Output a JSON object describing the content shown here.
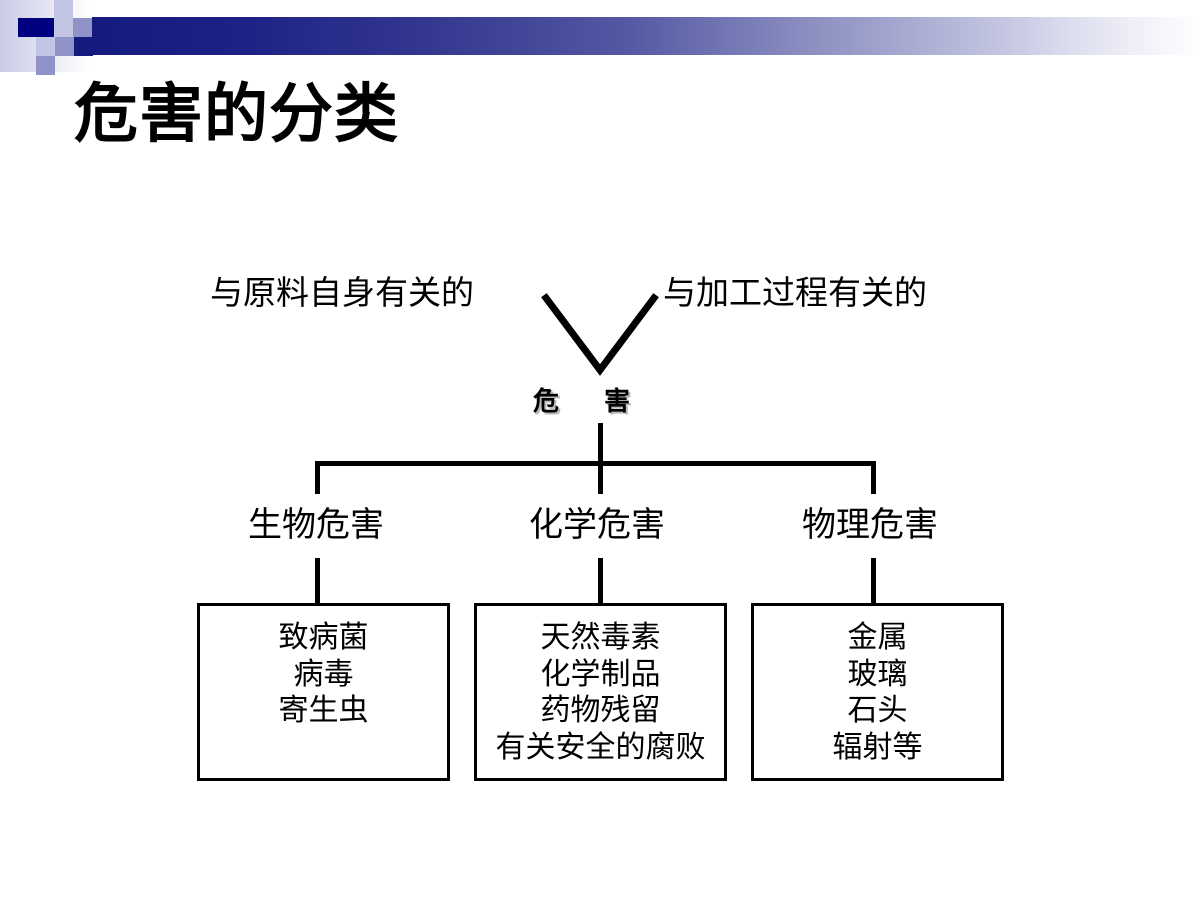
{
  "slide": {
    "title": "危害的分类",
    "background_color": "#ffffff"
  },
  "header": {
    "band_color_start": "#151a7e",
    "band_color_end": "#ffffff",
    "accent_navy": "#000080",
    "accent_light": "#c2c6e4",
    "accent_mid": "#8f93c8"
  },
  "diagram": {
    "source_labels": {
      "left": "与原料自身有关的",
      "right": "与加工过程有关的"
    },
    "root": "危    害",
    "branches": [
      {
        "label": "生物危害",
        "items": [
          "致病菌",
          "病毒",
          "寄生虫"
        ]
      },
      {
        "label": "化学危害",
        "items": [
          "天然毒素",
          "化学制品",
          "药物残留",
          "有关安全的腐败"
        ]
      },
      {
        "label": "物理危害",
        "items": [
          "金属",
          "玻璃",
          "石头",
          "辐射等"
        ]
      }
    ]
  }
}
